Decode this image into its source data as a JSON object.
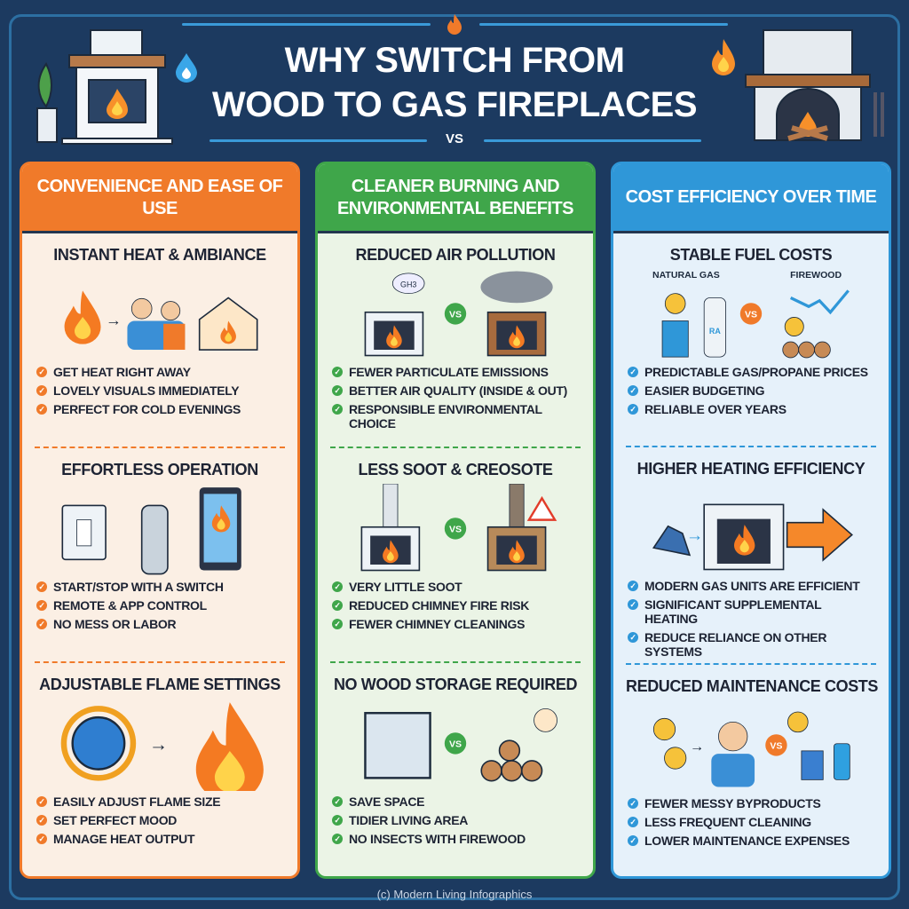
{
  "header": {
    "title_line1": "WHY SWITCH FROM",
    "title_line2": "WOOD TO GAS FIREPLACES",
    "vs": "VS"
  },
  "colors": {
    "background": "#1c3a60",
    "orange": "#f07a2a",
    "green": "#3fa64a",
    "blue": "#2f97d8"
  },
  "columns": [
    {
      "title": "CONVENIENCE AND EASE OF USE",
      "accent": "#f07a2a",
      "bg": "#fbefe4",
      "sections": [
        {
          "title": "INSTANT HEAT & AMBIANCE",
          "illus": "flame-family-house",
          "labels": [],
          "bullets": [
            "Get heat right away",
            "Lovely visuals immediately",
            "Perfect for cold evenings"
          ]
        },
        {
          "title": "EFFORTLESS OPERATION",
          "illus": "switch-remote-phone",
          "labels": [],
          "bullets": [
            "Start/stop with a switch",
            "Remote & app control",
            "No mess or labor"
          ]
        },
        {
          "title": "ADJUSTABLE FLAME SETTINGS",
          "illus": "dial-flame",
          "labels": [],
          "bullets": [
            "Easily adjust flame size",
            "Set perfect mood",
            "Manage heat output"
          ]
        }
      ]
    },
    {
      "title": "CLEANER BURNING AND ENVIRONMENTAL BENEFITS",
      "accent": "#3fa64a",
      "bg": "#ebf4e6",
      "sections": [
        {
          "title": "REDUCED AIR POLLUTION",
          "illus": "gas-vs-smoke",
          "labels": [
            "GH3",
            "VS"
          ],
          "bullets": [
            "Fewer particulate emissions",
            "Better air quality (inside & out)",
            "Responsible environmental choice"
          ]
        },
        {
          "title": "LESS SOOT & CREOSOTE",
          "illus": "clean-vs-sooty",
          "labels": [
            "VS"
          ],
          "bullets": [
            "Very little soot",
            "Reduced chimney fire risk",
            "Fewer chimney cleanings"
          ]
        },
        {
          "title": "NO WOOD STORAGE REQUIRED",
          "illus": "space-vs-logs",
          "labels": [
            "VS"
          ],
          "bullets": [
            "Save space",
            "Tidier living area",
            "No insects with firewood"
          ]
        }
      ]
    },
    {
      "title": "COST EFFICIENCY OVER TIME",
      "accent": "#2f97d8",
      "bg": "#e6f1fa",
      "sections": [
        {
          "title": "STABLE FUEL COSTS",
          "illus": "gas-vs-firewood-prices",
          "labels": [
            "NATURAL GAS",
            "FIREWOOD",
            "RA",
            "VS"
          ],
          "bullets": [
            "Predictable gas/propane prices",
            "Easier budgeting",
            "Reliable over years"
          ]
        },
        {
          "title": "HIGHER HEATING EFFICIENCY",
          "illus": "fuel-fireplace-heat-arrow",
          "labels": [],
          "bullets": [
            "Modern gas units are efficient",
            "Significant supplemental heating",
            "Reduce reliance on other systems"
          ]
        },
        {
          "title": "REDUCED MAINTENANCE COSTS",
          "illus": "coins-person-cleaning",
          "labels": [
            "VS"
          ],
          "bullets": [
            "Fewer messy byproducts",
            "Less frequent cleaning",
            "Lower maintenance expenses"
          ]
        }
      ]
    }
  ],
  "footer": "(c) Modern Living Infographics"
}
